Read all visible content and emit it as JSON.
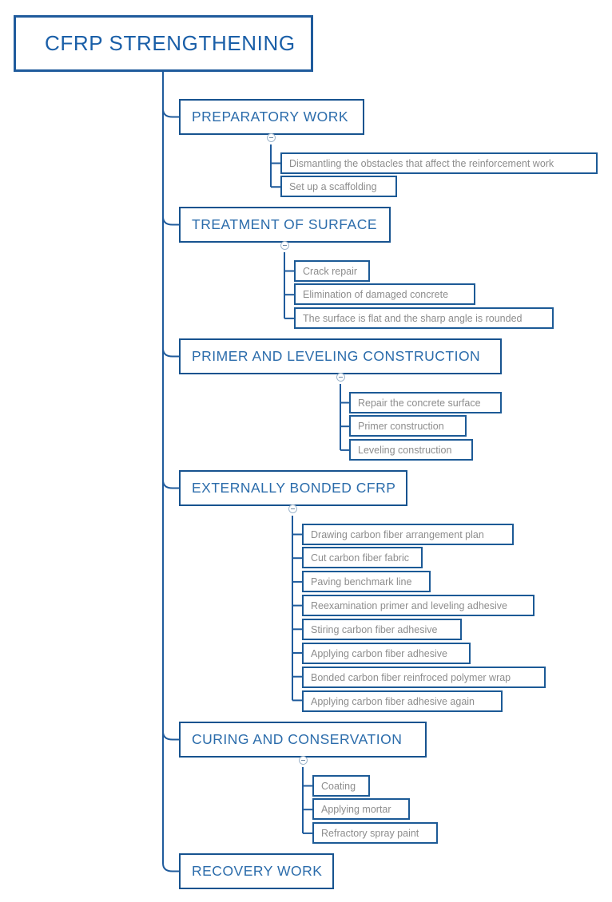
{
  "diagram": {
    "type": "mind-map",
    "title": "CFRP STRENGTHENING",
    "colors": {
      "root_border": "#1f5b9c",
      "root_text": "#1a5fa8",
      "branch_border": "#17538f",
      "branch_text": "#2b6cab",
      "leaf_border": "#1c5a96",
      "leaf_text": "#8d8d8d",
      "connector": "#1f5b9c",
      "background": "#ffffff"
    },
    "toggle_icon": "collapse-minus-icon",
    "branches": [
      {
        "label": "PREPARATORY WORK",
        "children": [
          "Dismantling the obstacles that affect the reinforcement work",
          "Set up a scaffolding"
        ]
      },
      {
        "label": "TREATMENT OF SURFACE",
        "children": [
          "Crack repair",
          "Elimination of damaged concrete",
          "The surface is flat and the sharp angle is rounded"
        ]
      },
      {
        "label": "PRIMER AND LEVELING CONSTRUCTION",
        "children": [
          "Repair the concrete surface",
          "Primer construction",
          "Leveling construction"
        ]
      },
      {
        "label": "EXTERNALLY BONDED CFRP",
        "children": [
          "Drawing carbon fiber arrangement plan",
          "Cut carbon fiber fabric",
          "Paving benchmark line",
          "Reexamination primer and leveling adhesive",
          "Stiring carbon fiber adhesive",
          "Applying carbon fiber adhesive",
          "Bonded carbon fiber reinfroced polymer wrap",
          "Applying carbon fiber adhesive again"
        ]
      },
      {
        "label": "CURING AND CONSERVATION",
        "children": [
          "Coating",
          "Applying mortar",
          "Refractory spray paint"
        ]
      },
      {
        "label": "RECOVERY WORK",
        "children": []
      }
    ]
  }
}
